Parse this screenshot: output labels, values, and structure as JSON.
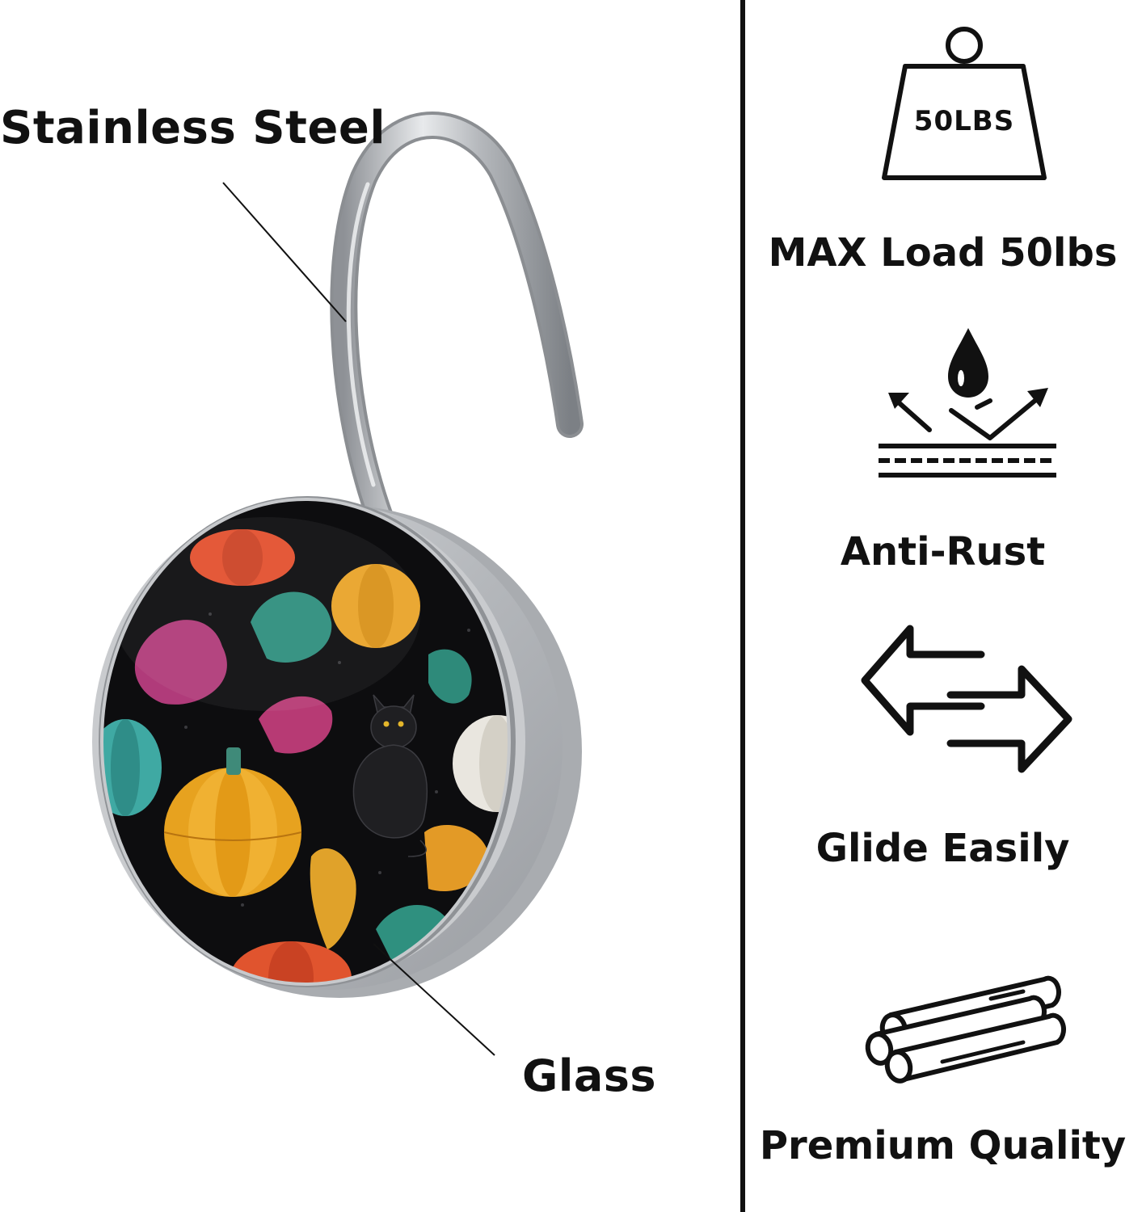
{
  "callouts": {
    "steel_label": "Stainless Steel",
    "glass_label": "Glass"
  },
  "features": {
    "weight_badge": "50LBS",
    "max_load": "MAX Load 50lbs",
    "anti_rust": "Anti-Rust",
    "glide": "Glide Easily",
    "premium": "Premium Quality"
  },
  "colors": {
    "ink": "#111111",
    "steel": "#b9bcc0",
    "pattern_bg": "#0d0d0f"
  }
}
